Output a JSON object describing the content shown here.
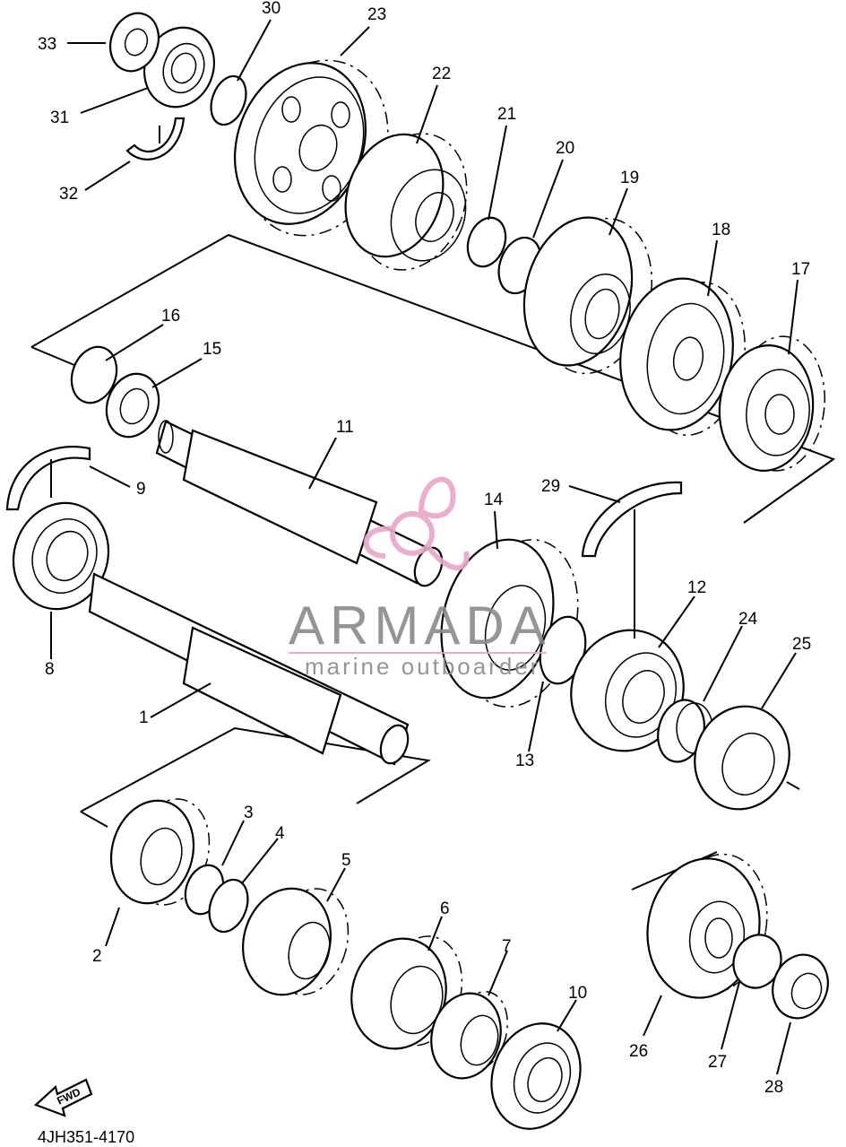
{
  "diagram_code": "4JH351-4170",
  "fwd_label": "FWD",
  "watermark": {
    "title": "ARMADA",
    "subtitle": "marine outboarder",
    "color": "#e8a7c8"
  },
  "callouts": {
    "p1": "1",
    "p2": "2",
    "p3": "3",
    "p4": "4",
    "p5": "5",
    "p6": "6",
    "p7": "7",
    "p8": "8",
    "p9": "9",
    "p10": "10",
    "p11": "11",
    "p12": "12",
    "p13": "13",
    "p14": "14",
    "p15": "15",
    "p16": "16",
    "p17": "17",
    "p18": "18",
    "p19": "19",
    "p20": "20",
    "p21": "21",
    "p22": "22",
    "p23": "23",
    "p24": "24",
    "p25": "25",
    "p26": "26",
    "p27": "27",
    "p28": "28",
    "p29": "29",
    "p30": "30",
    "p31": "31",
    "p32": "32",
    "p33": "33"
  }
}
